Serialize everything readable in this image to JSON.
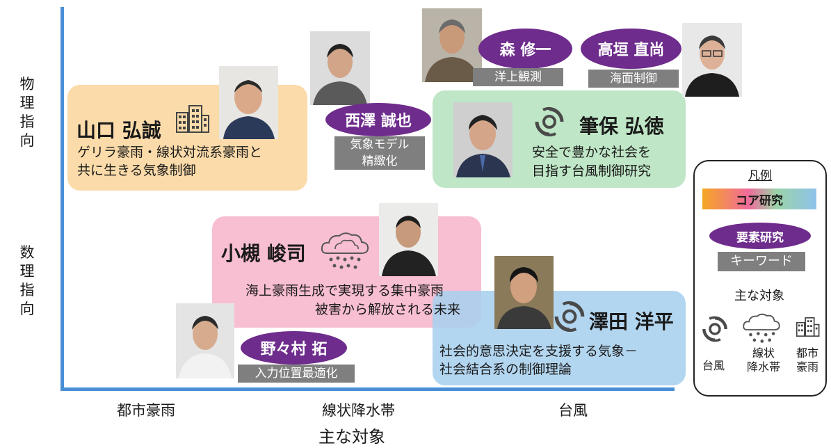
{
  "y_axis": {
    "top_label": "物理指向",
    "bottom_label": "数理指向"
  },
  "x_axis": {
    "title": "主な対象",
    "ticks": [
      "都市豪雨",
      "線状降水帯",
      "台風"
    ]
  },
  "core": {
    "yamaguchi": {
      "name": "山口 弘誠",
      "desc1": "ゲリラ豪雨・線状対流系豪雨と",
      "desc2": "共に生きる気象制御",
      "icon": "city-building-icon"
    },
    "fudeyasu": {
      "name": "筆保 弘徳",
      "desc1": "安全で豊かな社会を",
      "desc2": "目指す台風制御研究",
      "icon": "typhoon-icon"
    },
    "ogawa": {
      "name": "小槻 峻司",
      "desc1": "海上豪雨生成で実現する集中豪雨",
      "desc2": "被害から解放される未来",
      "icon": "rain-cloud-icon"
    },
    "sawada": {
      "name": "澤田 洋平",
      "desc1": "社会的意思決定を支援する気象－",
      "desc2": "社会結合系の制御理論",
      "icon": "typhoon-icon"
    }
  },
  "elements": {
    "nishizawa": {
      "name": "西澤 誠也",
      "kw1": "気象モデル",
      "kw2": "精緻化"
    },
    "mori": {
      "name": "森 修一",
      "kw": "洋上観測"
    },
    "takagaki": {
      "name": "高垣 直尚",
      "kw": "海面制御"
    },
    "nomura": {
      "name": "野々村 拓",
      "kw": "入力位置最適化"
    }
  },
  "legend": {
    "title": "凡例",
    "core_label": "コア研究",
    "element_label": "要素研究",
    "keyword_label": "キーワード",
    "targets_title": "主な対象",
    "typhoon": "台風",
    "senjo1": "線状",
    "senjo2": "降水帯",
    "toshi1": "都市",
    "toshi2": "豪雨"
  },
  "colors": {
    "axis": "#4a8fd6",
    "pill": "#6e2c8c",
    "keyword": "#7f7f7f",
    "core_urban": "#fbdba9",
    "core_typhoon": "#bfe6c6",
    "core_senjo": "#f7b9cd",
    "core_blue": "#a9d0ee"
  }
}
